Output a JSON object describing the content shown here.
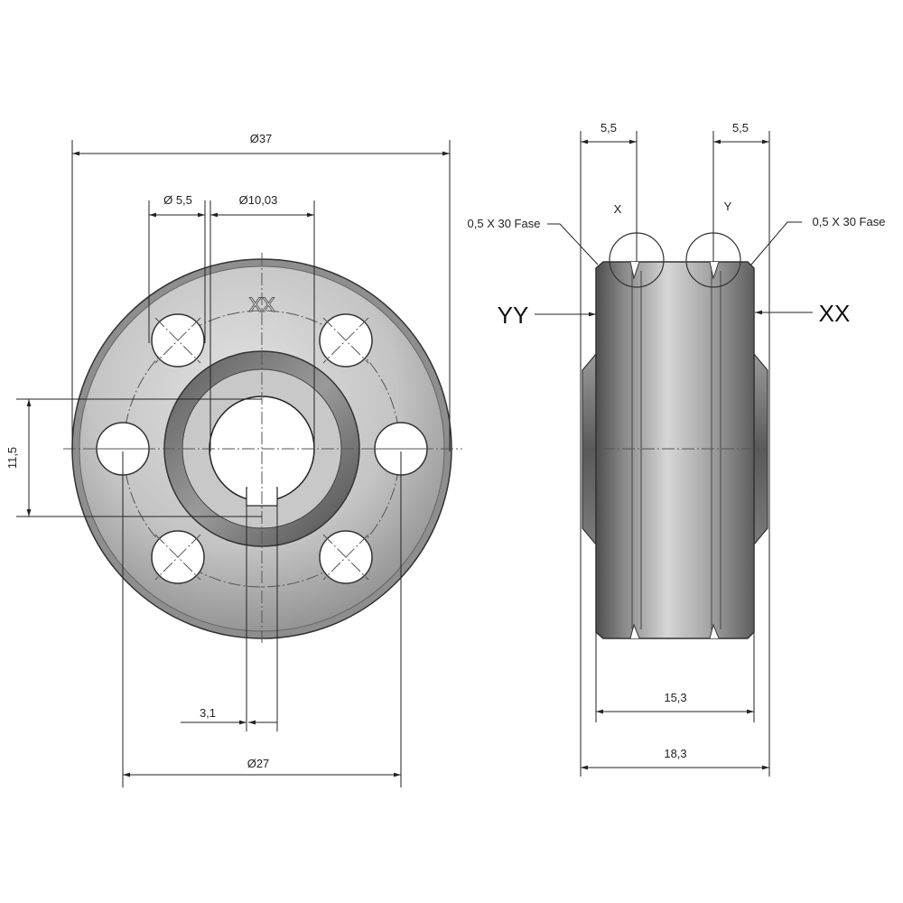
{
  "front_view": {
    "outer_diameter": "Ø37",
    "hole_diameter": "Ø 5,5",
    "bore_diameter": "Ø10,03",
    "height_dim": "11,5",
    "keyway_width": "3,1",
    "pitch_diameter": "Ø27",
    "face_marking": "XX"
  },
  "side_view": {
    "left_groove_width": "5,5",
    "right_groove_width": "5,5",
    "groove_x_label": "X",
    "groove_y_label": "Y",
    "chamfer_left": "0,5 X 30 Fase",
    "chamfer_right": "0,5 X 30 Fase",
    "side_left_label": "YY",
    "side_right_label": "XX",
    "inner_width": "15,3",
    "total_width": "18,3"
  },
  "colors": {
    "line": "#222222",
    "metal_dark": "#6a6a6a",
    "metal_light": "#d8d8d8"
  }
}
